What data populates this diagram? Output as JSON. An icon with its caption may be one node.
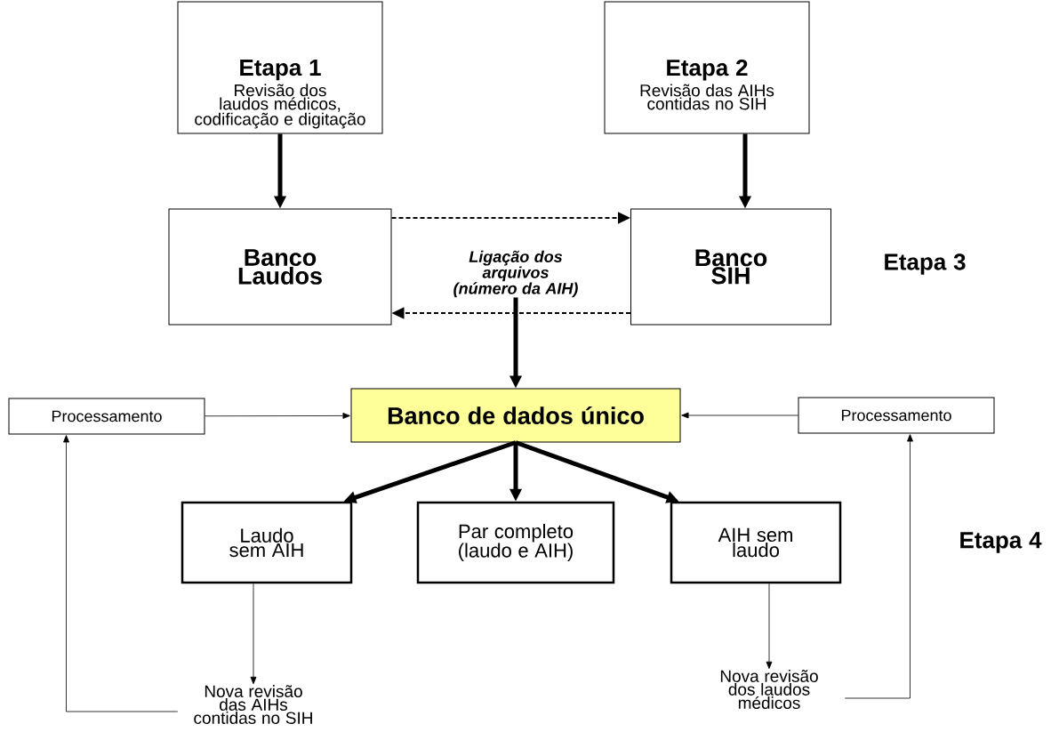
{
  "diagram": {
    "nodes": [
      {
        "text": [
          "Etapa 1",
          "Revisão dos laudos médicos, codificação e digitação"
        ]
      },
      {
        "text": [
          "Etapa 2",
          "Revisão das AIHs contidas no SIH"
        ]
      },
      {
        "text": [
          "Banco Laudos"
        ]
      },
      {
        "text": [
          "Banco SIH"
        ]
      },
      {
        "text": [
          "Ligação dos arquivos (número da AIH)"
        ]
      },
      {
        "text": [
          "Banco de dados único"
        ]
      },
      {
        "text": [
          "Processamento"
        ]
      },
      {
        "text": [
          "Processamento"
        ]
      },
      {
        "text": [
          "Laudo sem AIH"
        ]
      },
      {
        "text": [
          "Par completo (laudo e AIH)"
        ]
      },
      {
        "text": [
          "AIH sem laudo"
        ]
      },
      {
        "text": [
          "Nova revisão das AIHs contidas no SIH"
        ]
      },
      {
        "text": [
          "Nova revisão dos laudos médicos"
        ]
      }
    ],
    "edges": [
      {
        "from": 0,
        "to": 2,
        "arrow": "to",
        "style": "thick"
      },
      {
        "from": 1,
        "to": 3,
        "arrow": "to",
        "style": "thick"
      },
      {
        "from": 2,
        "to": 3,
        "arrow": "to",
        "style": "dashed"
      },
      {
        "from": 3,
        "to": 2,
        "arrow": "to",
        "style": "dashed"
      },
      {
        "from": 4,
        "to": 5,
        "arrow": "to",
        "style": "thick"
      },
      {
        "from": 6,
        "to": 5,
        "arrow": "to"
      },
      {
        "from": 7,
        "to": 5,
        "arrow": "to"
      },
      {
        "from": 5,
        "to": 8,
        "arrow": "to",
        "style": "thick"
      },
      {
        "from": 5,
        "to": 9,
        "arrow": "to",
        "style": "thick"
      },
      {
        "from": 5,
        "to": 10,
        "arrow": "to",
        "style": "thick"
      },
      {
        "from": 8,
        "to": 11,
        "arrow": "to"
      },
      {
        "from": 10,
        "to": 12,
        "arrow": "to"
      },
      {
        "from": 11,
        "to": 6,
        "arrow": "to"
      },
      {
        "from": 12,
        "to": 7,
        "arrow": "to"
      }
    ],
    "labels": [
      "Etapa 3",
      "Etapa 4"
    ]
  }
}
